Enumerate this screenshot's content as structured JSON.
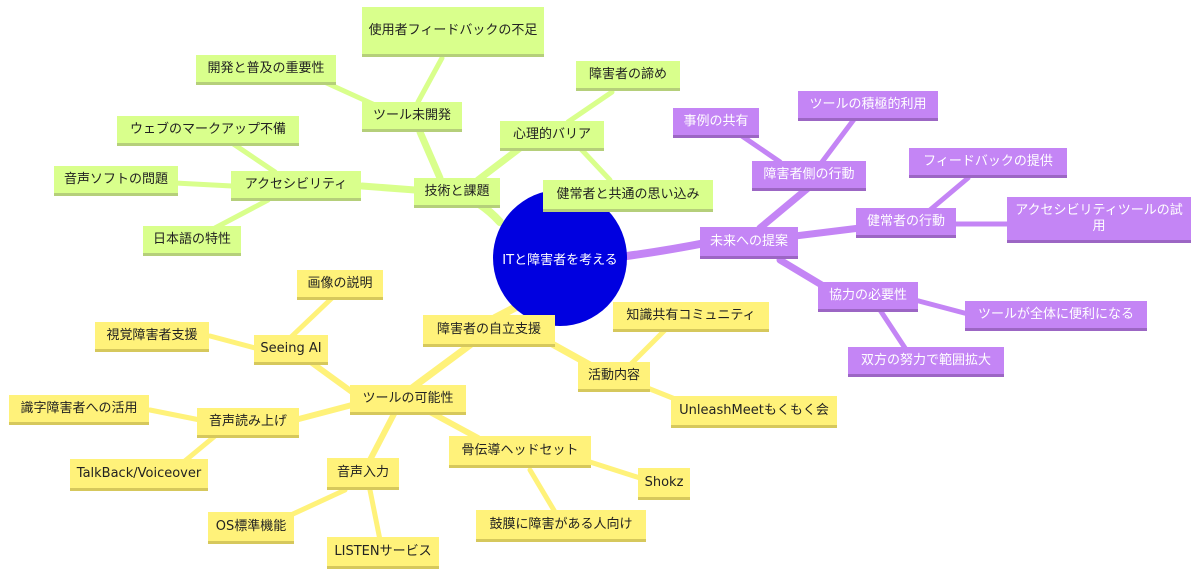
{
  "root": "ITと障害者を考える",
  "colors": {
    "root": "#0000e0",
    "green_branch": "#d9ff8c",
    "yellow_branch": "#fff27a",
    "purple_branch": "#c485f5"
  },
  "tech": {
    "label": "技術と課題",
    "accessibility": {
      "label": "アクセシビリティ",
      "items": [
        "ウェブのマークアップ不備",
        "音声ソフトの問題",
        "日本語の特性"
      ]
    },
    "tools_undeveloped": {
      "label": "ツール未開発",
      "items": [
        "開発と普及の重要性",
        "使用者フィードバックの不足"
      ]
    },
    "psych_barrier": {
      "label": "心理的バリア",
      "items": [
        "障害者の諦め",
        "健常者と共通の思い込み"
      ]
    }
  },
  "future": {
    "label": "未来への提案",
    "disabled_actions": {
      "label": "障害者側の行動",
      "items": [
        "事例の共有",
        "ツールの積極的利用"
      ]
    },
    "able_actions": {
      "label": "健常者の行動",
      "items": [
        "フィードバックの提供",
        "アクセシビリティツールの試用"
      ]
    },
    "cooperation": {
      "label": "協力の必要性",
      "items": [
        "ツールが全体に便利になる",
        "双方の努力で範囲拡大"
      ]
    }
  },
  "independence": {
    "label": "障害者の自立支援",
    "tools": {
      "label": "ツールの可能性",
      "seeing_ai": {
        "label": "Seeing AI",
        "items": [
          "画像の説明",
          "視覚障害者支援"
        ]
      },
      "tts": {
        "label": "音声読み上げ",
        "items": [
          "識字障害者への活用",
          "TalkBack/Voiceover"
        ]
      },
      "voice_input": {
        "label": "音声入力",
        "items": [
          "OS標準機能",
          "LISTENサービス"
        ]
      },
      "bone_headset": {
        "label": "骨伝導ヘッドセット",
        "items": [
          "Shokz",
          "鼓膜に障害がある人向け"
        ]
      }
    },
    "activities": {
      "label": "活動内容",
      "items": [
        "知識共有コミュニティ",
        "UnleashMeetもくもく会"
      ]
    }
  }
}
